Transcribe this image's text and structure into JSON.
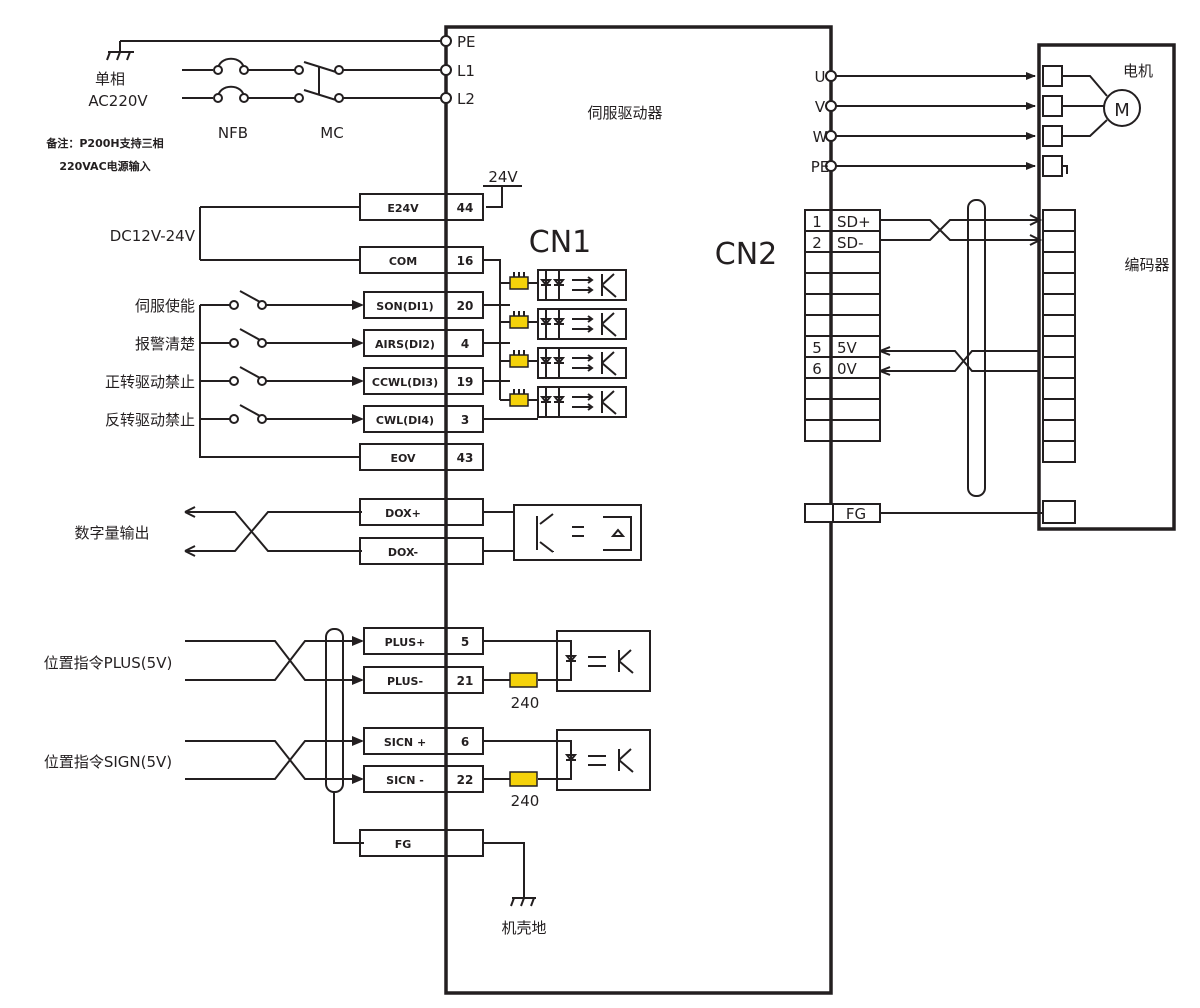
{
  "driver": {
    "title": "伺服驱动器",
    "cn1_label": "CN1",
    "cn2_label": "CN2"
  },
  "power": {
    "source_line1": "单相",
    "source_line2": "AC220V",
    "note_line1": "备注：P200H支持三相",
    "note_line2": "220VAC电源输入",
    "nfb_label": "NFB",
    "mc_label": "MC",
    "terminals": [
      "PE",
      "L1",
      "L2"
    ]
  },
  "motor": {
    "title": "电机",
    "symbol": "M",
    "terminals": [
      "U",
      "V",
      "W",
      "PE"
    ]
  },
  "encoder": {
    "title": "编码器"
  },
  "cn1": {
    "supply_label": "DC12V-24V",
    "v24_label": "24V",
    "pins": [
      {
        "name": "E24V",
        "num": "44"
      },
      {
        "name": "COM",
        "num": "16"
      },
      {
        "name": "SON(DI1)",
        "num": "20"
      },
      {
        "name": "AIRS(DI2)",
        "num": "4"
      },
      {
        "name": "CCWL(DI3)",
        "num": "19"
      },
      {
        "name": "CWL(DI4)",
        "num": "3"
      },
      {
        "name": "EOV",
        "num": "43"
      },
      {
        "name": "DOX+",
        "num": ""
      },
      {
        "name": "DOX-",
        "num": ""
      },
      {
        "name": "PLUS+",
        "num": "5"
      },
      {
        "name": "PLUS-",
        "num": "21"
      },
      {
        "name": "SICN +",
        "num": "6"
      },
      {
        "name": "SICN -",
        "num": "22"
      },
      {
        "name": "FG",
        "num": ""
      }
    ],
    "inputs": [
      "伺服使能",
      "报警清楚",
      "正转驱动禁止",
      "反转驱动禁止"
    ],
    "digital_output_label": "数字量输出",
    "pulse_label": "位置指令PLUS(5V)",
    "sign_label": "位置指令SIGN(5V)",
    "resistor_value": "240",
    "chassis_ground_label": "机壳地"
  },
  "cn2": {
    "rows": [
      {
        "num": "1",
        "name": "SD+"
      },
      {
        "num": "2",
        "name": "SD-"
      },
      {
        "num": "",
        "name": ""
      },
      {
        "num": "",
        "name": ""
      },
      {
        "num": "",
        "name": ""
      },
      {
        "num": "",
        "name": ""
      },
      {
        "num": "5",
        "name": "5V"
      },
      {
        "num": "6",
        "name": "0V"
      },
      {
        "num": "",
        "name": ""
      },
      {
        "num": "",
        "name": ""
      },
      {
        "num": "",
        "name": ""
      }
    ],
    "fg_label": "FG"
  },
  "colors": {
    "line": "#231f20",
    "resistor": "#f5d20a"
  }
}
